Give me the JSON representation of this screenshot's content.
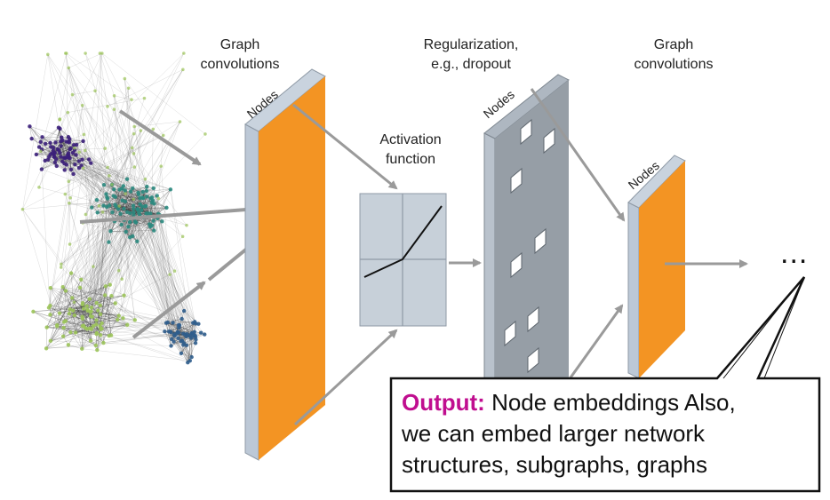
{
  "labels": {
    "graph_conv_1": [
      "Graph",
      "convolutions"
    ],
    "activation": [
      "Activation",
      "function"
    ],
    "regularization": [
      "Regularization,",
      "e.g., dropout"
    ],
    "graph_conv_2": [
      "Graph",
      "convolutions"
    ],
    "nodes": "Nodes"
  },
  "ellipsis": "...",
  "callout": {
    "keyword": "Output:",
    "line1_rest": " Node embeddings Also,",
    "line2": "we can embed larger network",
    "line3": "structures,  subgraphs, graphs"
  },
  "colors": {
    "layer_orange": "#f39423",
    "layer_side": "#bcc8d6",
    "dropout_grey": "#969ea6",
    "activation_box": "#c7d0d9",
    "arrow": "#9a9a9a",
    "keyword": "#c00e8f",
    "cluster_purple": "#3b1f7a",
    "cluster_teal": "#2b8a80",
    "cluster_green": "#9cc45a",
    "cluster_blue": "#2f5d8c"
  }
}
